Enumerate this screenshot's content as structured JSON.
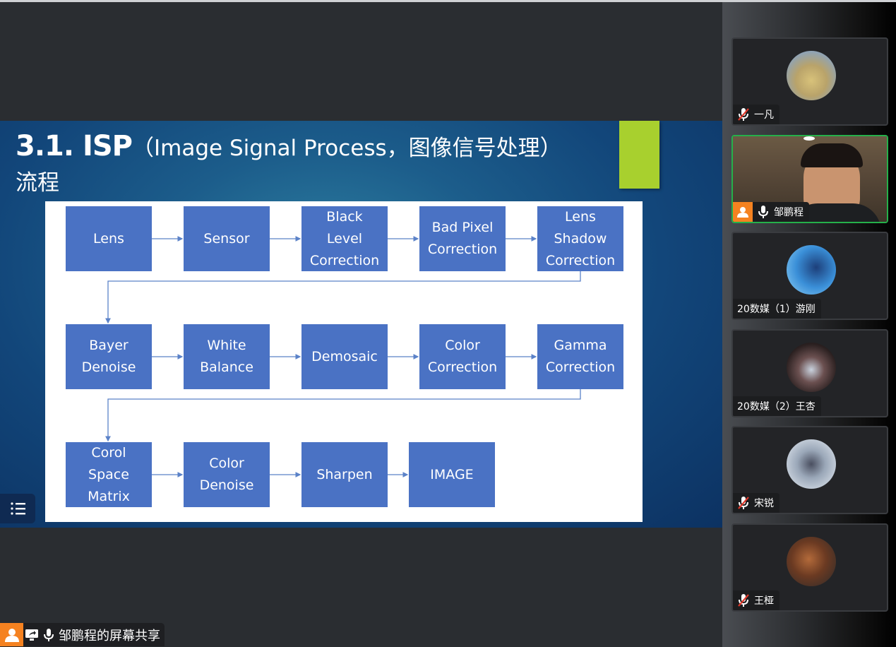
{
  "slide": {
    "title_number": "3.1. ISP",
    "title_rest": "（Image Signal Process，图像信号处理）流程",
    "accent_color": "#a8d02e",
    "box_color": "#4a72c4",
    "rows": [
      [
        "Lens",
        "Sensor",
        "Black\nLevel\nCorrection",
        "Bad Pixel\nCorrection",
        "Lens\nShadow\nCorrection"
      ],
      [
        "Bayer\nDenoise",
        "White\nBalance",
        "Demosaic",
        "Color\nCorrection",
        "Gamma\nCorrection"
      ],
      [
        "Corol\nSpace\nMatrix",
        "Color\nDenoise",
        "Sharpen",
        "IMAGE"
      ]
    ]
  },
  "toc_button": {
    "icon": "list-icon"
  },
  "share_label": {
    "text": "邹鹏程的屏幕共享",
    "icons": [
      "person-icon",
      "screen-share-icon",
      "mic-icon"
    ]
  },
  "participants": [
    {
      "name": "一凡",
      "muted": true,
      "video": false
    },
    {
      "name": "邹鹏程",
      "muted": false,
      "video": true,
      "speaking": true,
      "host": true
    },
    {
      "name": "20数媒（1）游刚",
      "muted": false,
      "video": false
    },
    {
      "name": "20数媒（2）王杏",
      "muted": false,
      "video": false
    },
    {
      "name": "宋锐",
      "muted": true,
      "video": false
    },
    {
      "name": "王桠",
      "muted": true,
      "video": false
    }
  ]
}
